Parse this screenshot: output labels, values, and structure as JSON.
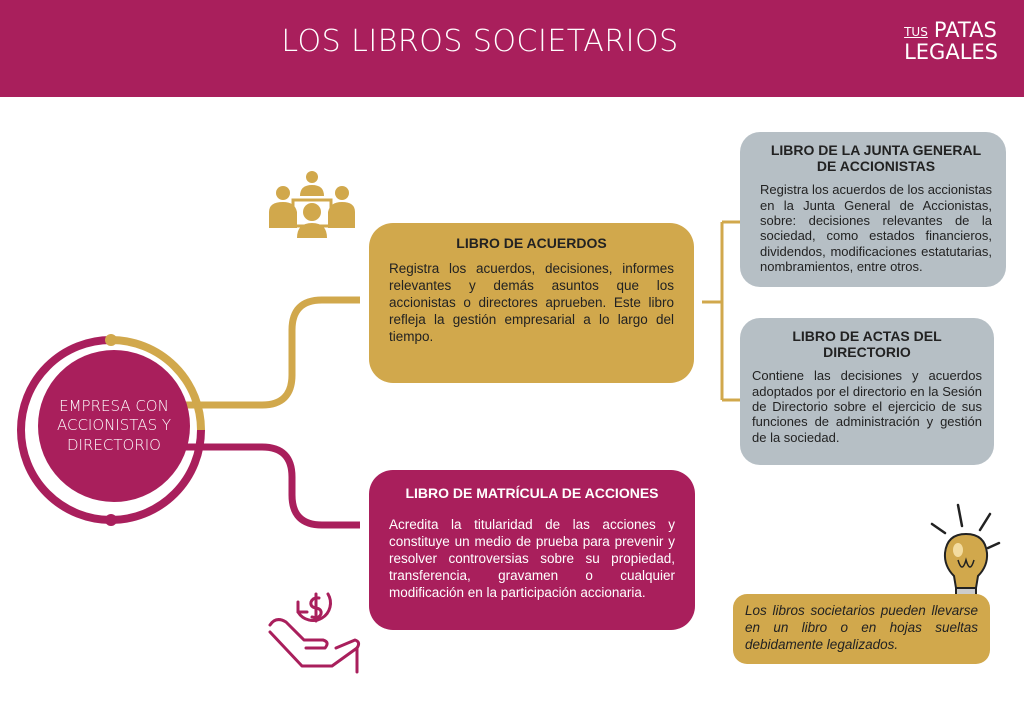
{
  "header": {
    "title": "LOS LIBROS SOCIETARIOS",
    "brand_tus": "TUS",
    "brand_patas": "PATAS",
    "brand_legales": "LEGALES"
  },
  "center": {
    "label": "EMPRESA CON ACCIONISTAS Y DIRECTORIO"
  },
  "acuerdos": {
    "title": "LIBRO DE ACUERDOS",
    "text": "Registra los acuerdos, decisiones, informes relevantes y demás asuntos que los accionistas o directores aprueben. Este libro refleja la gestión empresarial a lo largo del tiempo."
  },
  "junta": {
    "title": "LIBRO DE LA JUNTA GENERAL DE ACCIONISTAS",
    "text": "Registra los acuerdos de los accionistas en la Junta General de Accionistas, sobre: decisiones relevantes de la sociedad, como estados financieros, dividendos, modificaciones estatutarias, nombramientos, entre otros."
  },
  "directorio": {
    "title": "LIBRO DE ACTAS DEL DIRECTORIO",
    "text": "Contiene las decisiones y acuerdos adoptados por el directorio en la Sesión de Directorio sobre el ejercicio de sus funciones de administración y gestión de la sociedad."
  },
  "matricula": {
    "title": "LIBRO DE MATRÍCULA DE ACCIONES",
    "text": "Acredita la titularidad de las acciones y constituye un medio de prueba para prevenir y resolver controversias sobre su propiedad, transferencia, gravamen o cualquier modificación en la participación accionaria."
  },
  "note": {
    "text": "Los libros societarios pueden llevarse en un libro o en hojas sueltas debidamente legalizados."
  },
  "icons": {
    "meeting": "meeting-people-icon",
    "money": "hand-money-icon",
    "idea": "lightbulb-icon"
  },
  "colors": {
    "wine": "#a91f5c",
    "gold": "#d1a84c",
    "grey": "#b6bfc5"
  }
}
